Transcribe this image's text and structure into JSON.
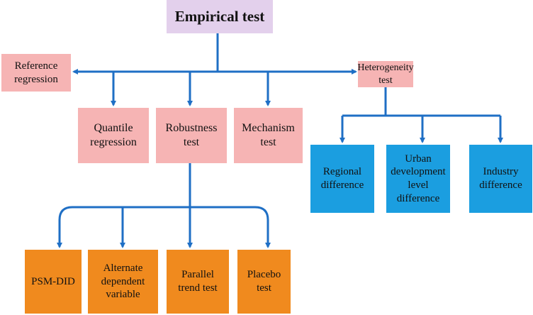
{
  "nodes": {
    "empirical": {
      "lines": [
        "Empirical test"
      ]
    },
    "reference": {
      "lines": [
        "Reference",
        "regression"
      ]
    },
    "heterogeneity": {
      "lines": [
        "Heterogeneity",
        "test"
      ]
    },
    "quantile": {
      "lines": [
        "Quantile",
        "regression"
      ]
    },
    "robustness": {
      "lines": [
        "Robustness",
        "test"
      ]
    },
    "mechanism": {
      "lines": [
        "Mechanism",
        "test"
      ]
    },
    "regional": {
      "lines": [
        "Regional",
        "difference"
      ]
    },
    "urban": {
      "lines": [
        "Urban",
        "development",
        "level",
        "difference"
      ]
    },
    "industry": {
      "lines": [
        "Industry",
        "difference"
      ]
    },
    "psm": {
      "lines": [
        "PSM-DID"
      ]
    },
    "alternate": {
      "lines": [
        "Alternate",
        "dependent",
        "variable"
      ]
    },
    "parallel": {
      "lines": [
        "Parallel",
        "trend test"
      ]
    },
    "placebo": {
      "lines": [
        "Placebo",
        "test"
      ]
    }
  },
  "colors": {
    "connector": "#1f6fc5",
    "root_fill": "#e3d0ec",
    "secondary_fill": "#f6b4b4",
    "heterogeneity_child_fill": "#1b9ee0",
    "robustness_child_fill": "#f08a1e"
  }
}
